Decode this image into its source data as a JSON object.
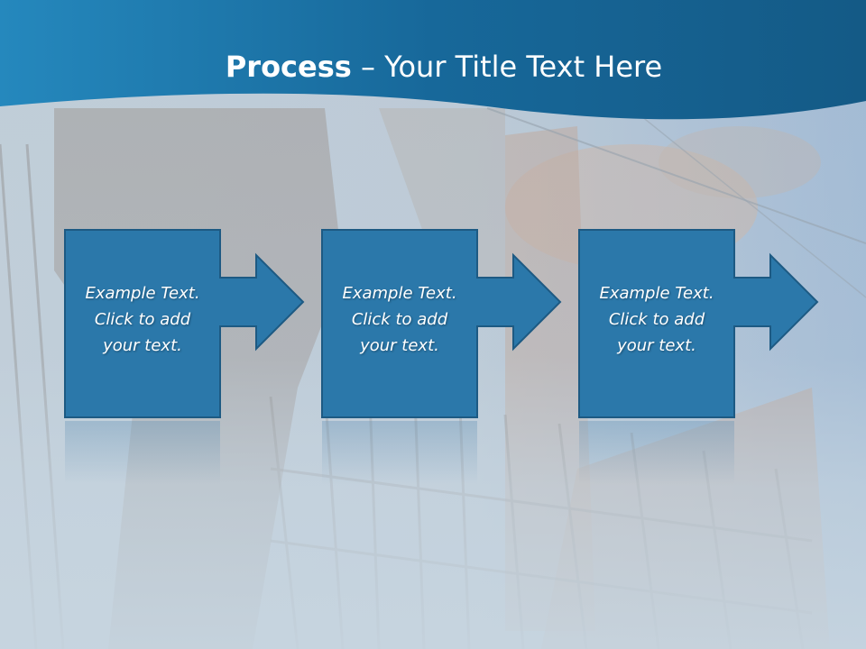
{
  "colors": {
    "header_dark": "#14557f",
    "header_light": "#2a86b8",
    "arrow_fill": "#2b78aa",
    "arrow_stroke": "#1d5a83"
  },
  "slide": {
    "title_bold": "Process",
    "title_rest": " – Your Title Text Here",
    "steps": [
      {
        "lines": [
          "Example Text.",
          "Click  to add",
          "your text."
        ]
      },
      {
        "lines": [
          "Example Text.",
          "Click  to add",
          "your text."
        ]
      },
      {
        "lines": [
          "Example Text.",
          "Click  to add",
          "your text."
        ]
      }
    ]
  }
}
